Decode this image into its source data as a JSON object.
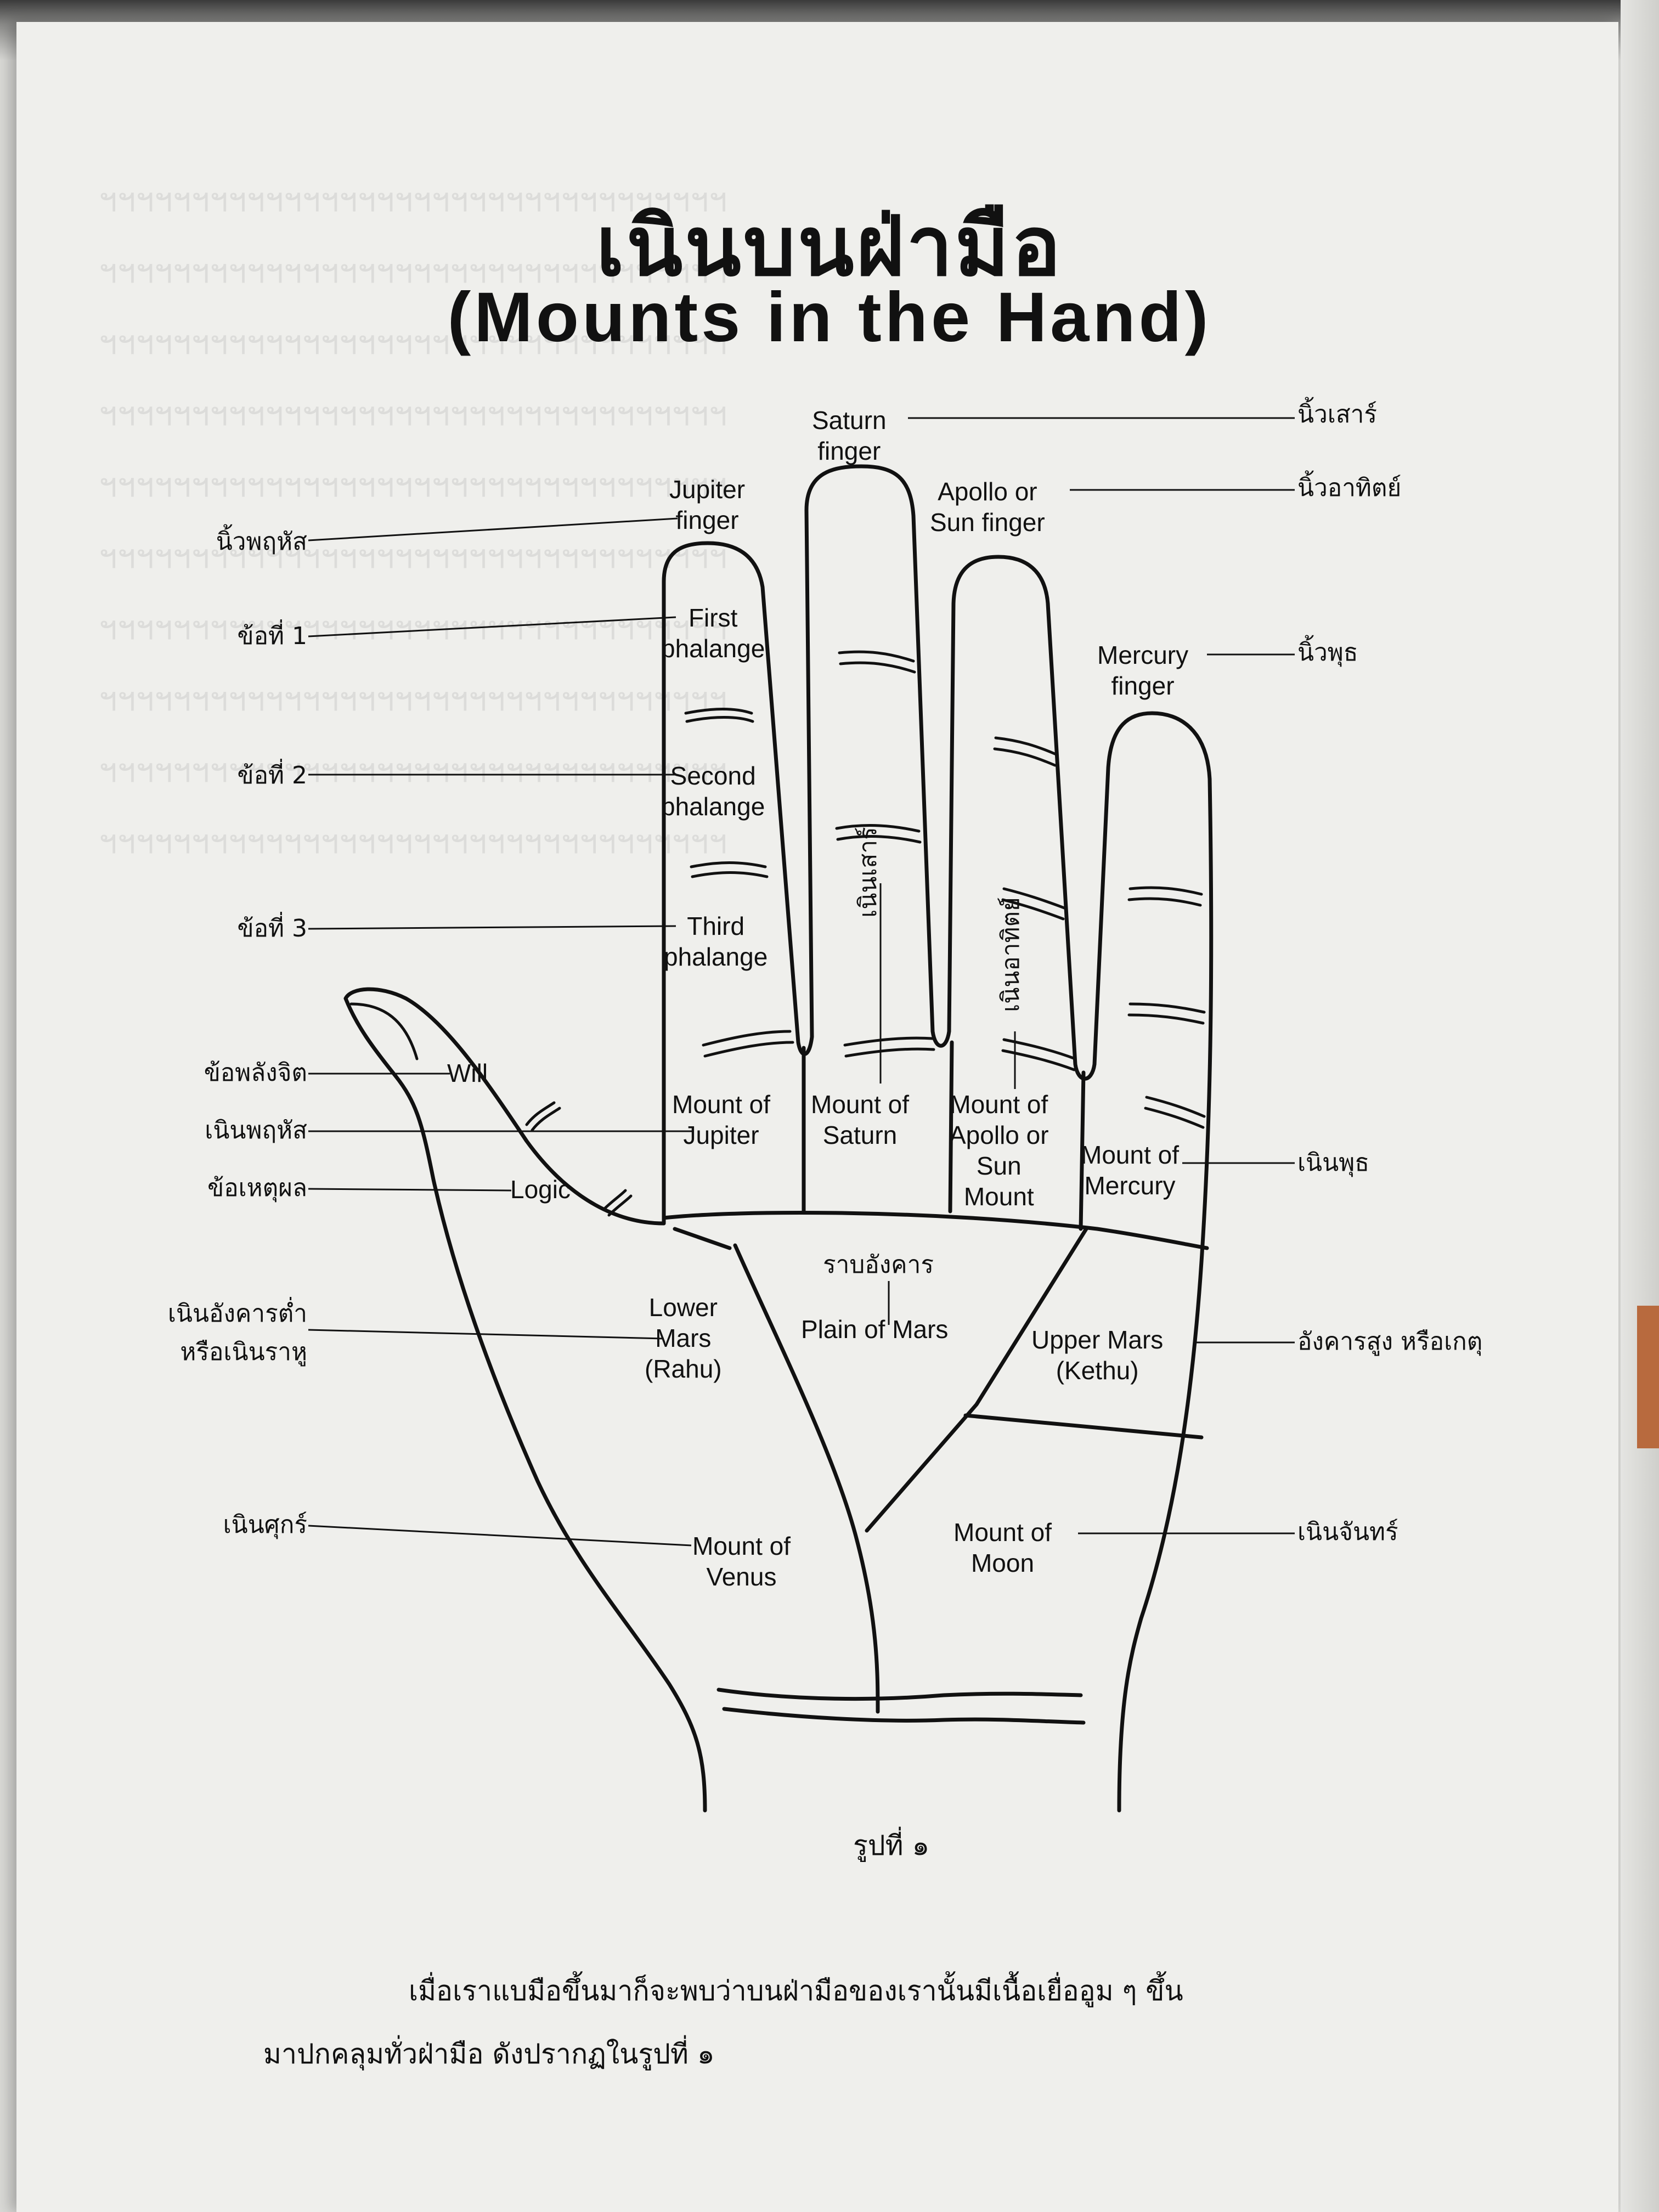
{
  "title_thai": "เนินบนฝ่ามือ",
  "title_english": "(Mounts in the Hand)",
  "fingers": {
    "saturn_en": "Saturn\nfinger",
    "saturn_th": "นิ้วเสาร์",
    "jupiter_en": "Jupiter\nfinger",
    "jupiter_th": "นิ้วพฤหัส",
    "apollo_en": "Apollo or\nSun finger",
    "apollo_th": "นิ้วอาทิตย์",
    "mercury_en": "Mercury\nfinger",
    "mercury_th": "นิ้วพุธ"
  },
  "phalanges": {
    "first_en": "First\nphalange",
    "first_th": "ข้อที่  1",
    "second_en": "Second\nphalange",
    "second_th": "ข้อที่  2",
    "third_en": "Third\nphalange",
    "third_th": "ข้อที่  3"
  },
  "thumb": {
    "will_en": "Will",
    "will_th": "ข้อพลังจิต",
    "logic_en": "Logic",
    "logic_th": "ข้อเหตุผล"
  },
  "mounts": {
    "jupiter_en": "Mount of\nJupiter",
    "jupiter_th": "เนินพฤหัส",
    "saturn_en": "Mount of\nSaturn",
    "saturn_th": "เนินเสาร์",
    "apollo_en": "Mount of\nApollo or\nSun\nMount",
    "apollo_th": "เนินอาทิตย์",
    "mercury_en": "Mount of\nMercury",
    "mercury_th": "เนินพุธ",
    "plain_th": "ราบอังคาร",
    "plain_en": "Plain of Mars",
    "lower_mars_en": "Lower\nMars\n(Rahu)",
    "lower_mars_th": "เนินอังคารต่ำ\nหรือเนินราหู",
    "upper_mars_en": "Upper Mars\n(Kethu)",
    "upper_mars_th": "อังคารสูง  หรือเกตุ",
    "venus_en": "Mount of\nVenus",
    "venus_th": "เนินศุกร์",
    "moon_en": "Mount of\nMoon",
    "moon_th": "เนินจันทร์"
  },
  "figure_caption": "รูปที่  ๑",
  "body_line1": "เมื่อเราแบมือขึ้นมาก็จะพบว่าบนฝ่ามือของเรานั้นมีเนื้อเยื่ออูม ๆ    ขึ้น",
  "body_line2": "มาปกคลุมทั่วฝ่ามือ   ดังปรากฏในรูปที่   ๑"
}
